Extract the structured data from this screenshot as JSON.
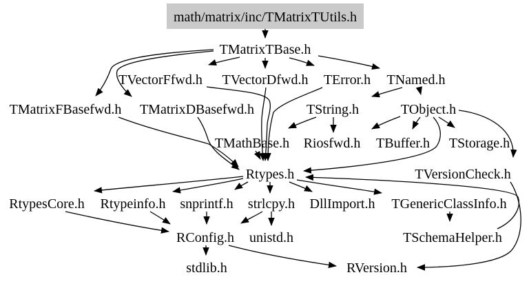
{
  "diagram": {
    "type": "include-dependency-graph",
    "title": "Include dependency graph for math/matrix/inc/TMatrixTUtils.h",
    "colors": {
      "background": "#ffffff",
      "highlight_node_fill": "#cacaca",
      "text": "#000000",
      "edge": "#000000"
    },
    "nodes": {
      "tmatrixtutils": {
        "label": "math/matrix/inc/TMatrixTUtils.h",
        "highlighted": true
      },
      "tmatrixtbase": {
        "label": "TMatrixTBase.h"
      },
      "tvectorffwd": {
        "label": "TVectorFfwd.h"
      },
      "tvectordfwd": {
        "label": "TVectorDfwd.h"
      },
      "terror": {
        "label": "TError.h"
      },
      "tnamed": {
        "label": "TNamed.h"
      },
      "tmatrixfbasefwd": {
        "label": "TMatrixFBasefwd.h"
      },
      "tmatrixdbasefwd": {
        "label": "TMatrixDBasefwd.h"
      },
      "tstring": {
        "label": "TString.h"
      },
      "tobject": {
        "label": "TObject.h"
      },
      "tmathbase": {
        "label": "TMathBase.h"
      },
      "riosfwd": {
        "label": "Riosfwd.h"
      },
      "tbuffer": {
        "label": "TBuffer.h"
      },
      "tstorage": {
        "label": "TStorage.h"
      },
      "rtypes": {
        "label": "Rtypes.h"
      },
      "tversioncheck": {
        "label": "TVersionCheck.h"
      },
      "rtypescore": {
        "label": "RtypesCore.h"
      },
      "rtypeinfo": {
        "label": "Rtypeinfo.h"
      },
      "snprintf": {
        "label": "snprintf.h"
      },
      "strlcpy": {
        "label": "strlcpy.h"
      },
      "dllimport": {
        "label": "DllImport.h"
      },
      "tgenericclassinfo": {
        "label": "TGenericClassInfo.h"
      },
      "rconfig": {
        "label": "RConfig.h"
      },
      "unistd": {
        "label": "unistd.h"
      },
      "tschemahelper": {
        "label": "TSchemaHelper.h"
      },
      "stdlib": {
        "label": "stdlib.h"
      },
      "rversion": {
        "label": "RVersion.h"
      }
    },
    "edges": [
      {
        "from": "math/matrix/inc/TMatrixTUtils.h",
        "to": "TMatrixTBase.h"
      },
      {
        "from": "TMatrixTBase.h",
        "to": "TVectorFfwd.h"
      },
      {
        "from": "TMatrixTBase.h",
        "to": "TVectorDfwd.h"
      },
      {
        "from": "TMatrixTBase.h",
        "to": "TError.h"
      },
      {
        "from": "TMatrixTBase.h",
        "to": "TNamed.h"
      },
      {
        "from": "TMatrixTBase.h",
        "to": "TMatrixFBasefwd.h"
      },
      {
        "from": "TMatrixTBase.h",
        "to": "TMatrixDBasefwd.h"
      },
      {
        "from": "TNamed.h",
        "to": "TString.h"
      },
      {
        "from": "TNamed.h",
        "to": "TObject.h"
      },
      {
        "from": "TString.h",
        "to": "TMathBase.h"
      },
      {
        "from": "TString.h",
        "to": "Riosfwd.h"
      },
      {
        "from": "TObject.h",
        "to": "Riosfwd.h"
      },
      {
        "from": "TObject.h",
        "to": "TBuffer.h"
      },
      {
        "from": "TObject.h",
        "to": "TStorage.h"
      },
      {
        "from": "TObject.h",
        "to": "TVersionCheck.h"
      },
      {
        "from": "TObject.h",
        "to": "Rtypes.h"
      },
      {
        "from": "TVectorFfwd.h",
        "to": "Rtypes.h"
      },
      {
        "from": "TVectorDfwd.h",
        "to": "Rtypes.h"
      },
      {
        "from": "TError.h",
        "to": "Rtypes.h"
      },
      {
        "from": "TMatrixFBasefwd.h",
        "to": "Rtypes.h"
      },
      {
        "from": "TMatrixDBasefwd.h",
        "to": "Rtypes.h"
      },
      {
        "from": "TMathBase.h",
        "to": "Rtypes.h"
      },
      {
        "from": "Rtypes.h",
        "to": "RtypesCore.h"
      },
      {
        "from": "Rtypes.h",
        "to": "Rtypeinfo.h"
      },
      {
        "from": "Rtypes.h",
        "to": "snprintf.h"
      },
      {
        "from": "Rtypes.h",
        "to": "strlcpy.h"
      },
      {
        "from": "Rtypes.h",
        "to": "DllImport.h"
      },
      {
        "from": "Rtypes.h",
        "to": "TGenericClassInfo.h"
      },
      {
        "from": "RtypesCore.h",
        "to": "RConfig.h"
      },
      {
        "from": "Rtypeinfo.h",
        "to": "RConfig.h"
      },
      {
        "from": "snprintf.h",
        "to": "RConfig.h"
      },
      {
        "from": "strlcpy.h",
        "to": "RConfig.h"
      },
      {
        "from": "strlcpy.h",
        "to": "unistd.h"
      },
      {
        "from": "RConfig.h",
        "to": "stdlib.h"
      },
      {
        "from": "RConfig.h",
        "to": "RVersion.h"
      },
      {
        "from": "TGenericClassInfo.h",
        "to": "TSchemaHelper.h"
      },
      {
        "from": "TSchemaHelper.h",
        "to": "Rtypes.h"
      },
      {
        "from": "TVersionCheck.h",
        "to": "RVersion.h"
      }
    ]
  }
}
